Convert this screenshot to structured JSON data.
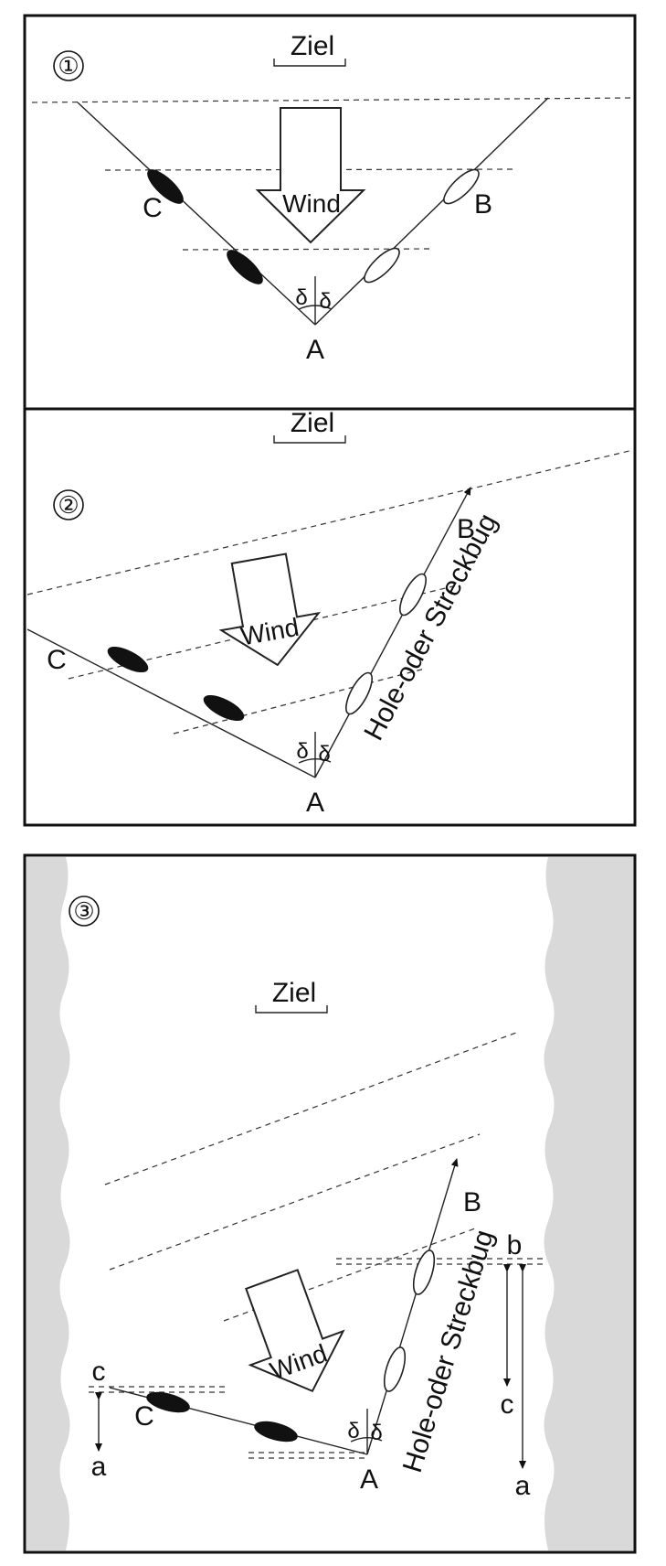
{
  "panel1": {
    "number": "①",
    "target": "Ziel",
    "wind": "Wind",
    "point_a": "A",
    "point_b": "B",
    "point_c": "C",
    "angle": "δ"
  },
  "panel2": {
    "number": "②",
    "target": "Ziel",
    "wind": "Wind",
    "point_a": "A",
    "point_b": "B",
    "point_c": "C",
    "angle": "δ",
    "course_label": "Hole-oder Streckbug"
  },
  "panel3": {
    "number": "③",
    "target": "Ziel",
    "wind": "Wind",
    "point_a": "A",
    "point_b": "B",
    "point_c": "C",
    "angle": "δ",
    "course_label": "Hole-oder Streckbug",
    "left_measure_top": "c",
    "left_measure_bottom": "a",
    "right_measure_top": "b",
    "right_measure_mid": "c",
    "right_measure_bottom": "a"
  },
  "colors": {
    "line": "#222222",
    "bank": "#d9d9d9",
    "dark_boat": "#111111"
  }
}
